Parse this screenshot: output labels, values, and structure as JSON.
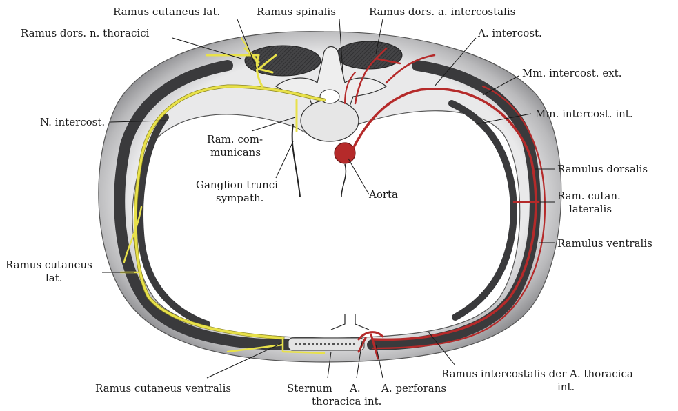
{
  "labels": {
    "ramus_cutaneus_lat_top": "Ramus cutaneus lat.",
    "ramus_spinalis": "Ramus spinalis",
    "ramus_dors_a_intercostalis": "Ramus dors. a. intercostalis",
    "ramus_dors_n_thoracici": "Ramus dors. n. thoracici",
    "a_intercost": "A. intercost.",
    "mm_intercost_ext": "Mm. intercost. ext.",
    "mm_intercost_int": "Mm. intercost. int.",
    "n_intercost": "N. intercost.",
    "ram_com_1": "Ram. com-",
    "ram_com_2": "municans",
    "ganglion_1": "Ganglion trunci",
    "ganglion_2": "sympath.",
    "aorta": "Aorta",
    "ramulus_dorsalis": "Ramulus dorsalis",
    "ram_cutan_1": "Ram. cutan.",
    "ram_cutan_2": "lateralis",
    "ramulus_ventralis": "Ramulus ventralis",
    "ramus_cutaneus_lat_left_1": "Ramus cutaneus",
    "ramus_cutaneus_lat_left_2": "lat.",
    "ramus_intercostalis_1": "Ramus intercostalis der A. thoracica",
    "ramus_intercostalis_2": "int.",
    "ramus_cutaneus_ventralis": "Ramus cutaneus ventralis",
    "sternum": "Sternum",
    "a_thoracica_1": "A.",
    "a_thoracica_2": "thoracica int.",
    "a_perforans": "A. perforans"
  },
  "colors": {
    "nerve": "#e8e14a",
    "artery": "#b52a2a",
    "muscle": "#3a3a3c",
    "body_wall": "#c9c9cb",
    "bone": "#efefef"
  }
}
